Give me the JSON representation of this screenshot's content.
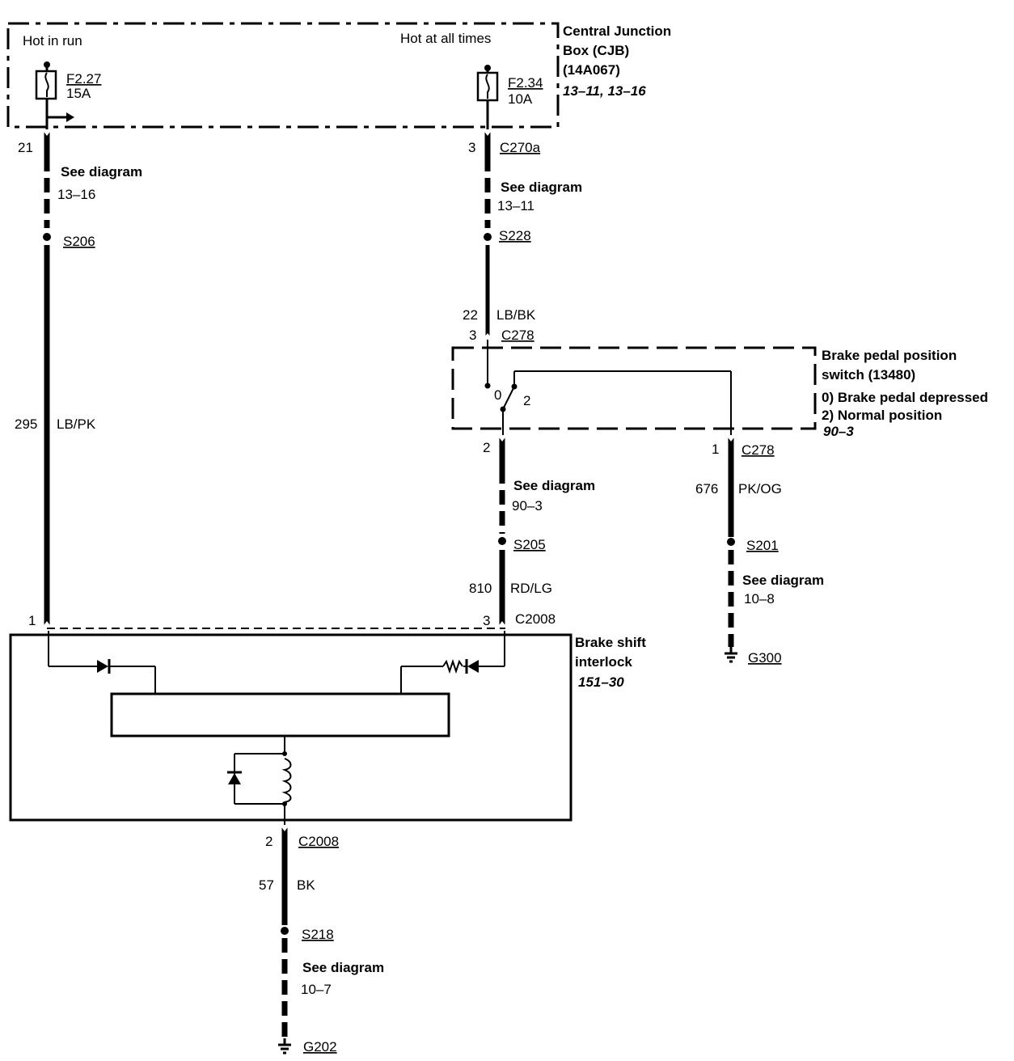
{
  "cjb": {
    "title_line1": "Central Junction",
    "title_line2": "Box (CJB)",
    "title_line3": "(14A067)",
    "refs": "13–11, 13–16",
    "hot_in_run": "Hot in run",
    "hot_at_all_times": "Hot at all times",
    "fuse_left": {
      "name": "F2.27",
      "rating": "15A"
    },
    "fuse_right": {
      "name": "F2.34",
      "rating": "10A"
    }
  },
  "left_circuit": {
    "pin_top": "21",
    "see_diagram": "See diagram",
    "see_diagram_ref": "13–16",
    "splice": "S206",
    "wire_num": "295",
    "wire_color": "LB/PK",
    "pin_bottom": "1"
  },
  "right_circuit": {
    "pin_top": "3",
    "connector_top": "C270a",
    "see_diagram": "See diagram",
    "see_diagram_ref": "13–11",
    "splice": "S228",
    "wire_num": "22",
    "wire_color": "LB/BK",
    "pin_c278": "3",
    "connector_c278": "C278"
  },
  "switch": {
    "title_line1": "Brake pedal position",
    "title_line2": "switch (13480)",
    "state0": "0) Brake pedal depressed",
    "state2": "2) Normal position",
    "ref": "90–3",
    "pos0": "0",
    "pos2": "2"
  },
  "mid_circuit": {
    "pin_top": "2",
    "see_diagram": "See diagram",
    "see_diagram_ref": "90–3",
    "splice": "S205",
    "wire_num": "810",
    "wire_color": "RD/LG",
    "pin_bottom": "3",
    "connector_bottom": "C2008"
  },
  "ground_circuit_right": {
    "pin_top": "1",
    "connector_top": "C278",
    "wire_num": "676",
    "wire_color": "PK/OG",
    "splice": "S201",
    "see_diagram": "See diagram",
    "see_diagram_ref": "10–8",
    "ground": "G300"
  },
  "interlock": {
    "title_line1": "Brake shift",
    "title_line2": "interlock",
    "ref": "151–30"
  },
  "bottom_circuit": {
    "pin_top": "2",
    "connector_top": "C2008",
    "wire_num": "57",
    "wire_color": "BK",
    "splice": "S218",
    "see_diagram": "See diagram",
    "see_diagram_ref": "10–7",
    "ground": "G202"
  }
}
